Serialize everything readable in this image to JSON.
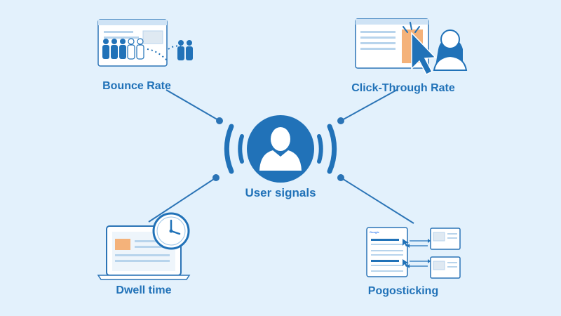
{
  "diagram": {
    "center": {
      "label": "User signals",
      "icon": "user-silhouette-icon"
    },
    "nodes": [
      {
        "id": "bounce",
        "label": "Bounce Rate",
        "icon": "bounce-people-icon"
      },
      {
        "id": "ctr",
        "label": "Click-Through Rate",
        "icon": "click-cursor-icon"
      },
      {
        "id": "dwell",
        "label": "Dwell time",
        "icon": "laptop-clock-icon"
      },
      {
        "id": "pogo",
        "label": "Pogosticking",
        "icon": "search-results-arrows-icon"
      }
    ],
    "google_logo_text": "Google"
  },
  "colors": {
    "background": "#e3f1fc",
    "primary": "#2172b8",
    "line": "#2b74b6",
    "accent_orange": "#f4b27a",
    "panel": "#ffffff"
  }
}
